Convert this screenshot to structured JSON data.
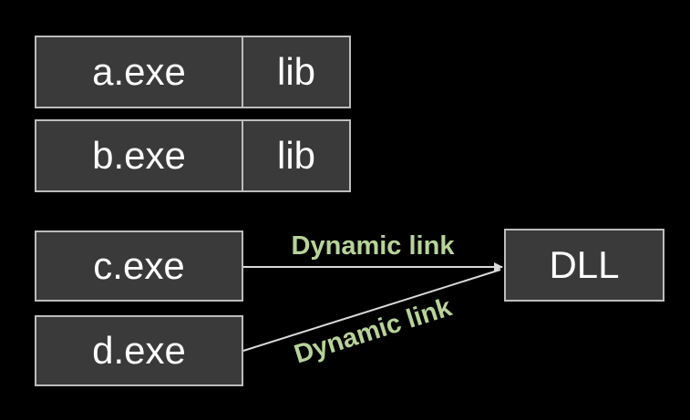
{
  "rows": [
    {
      "exe": "a.exe",
      "lib": "lib"
    },
    {
      "exe": "b.exe",
      "lib": "lib"
    }
  ],
  "linked": [
    {
      "exe": "c.exe"
    },
    {
      "exe": "d.exe"
    }
  ],
  "dll": {
    "label": "DLL"
  },
  "links": [
    {
      "label": "Dynamic link"
    },
    {
      "label": "Dynamic link"
    }
  ],
  "colors": {
    "background": "#000000",
    "box_fill": "#3a3a3a",
    "box_border": "#bdbdbd",
    "text": "#ffffff",
    "link_label": "#b7d39a",
    "arrow": "#d9d9d9"
  }
}
